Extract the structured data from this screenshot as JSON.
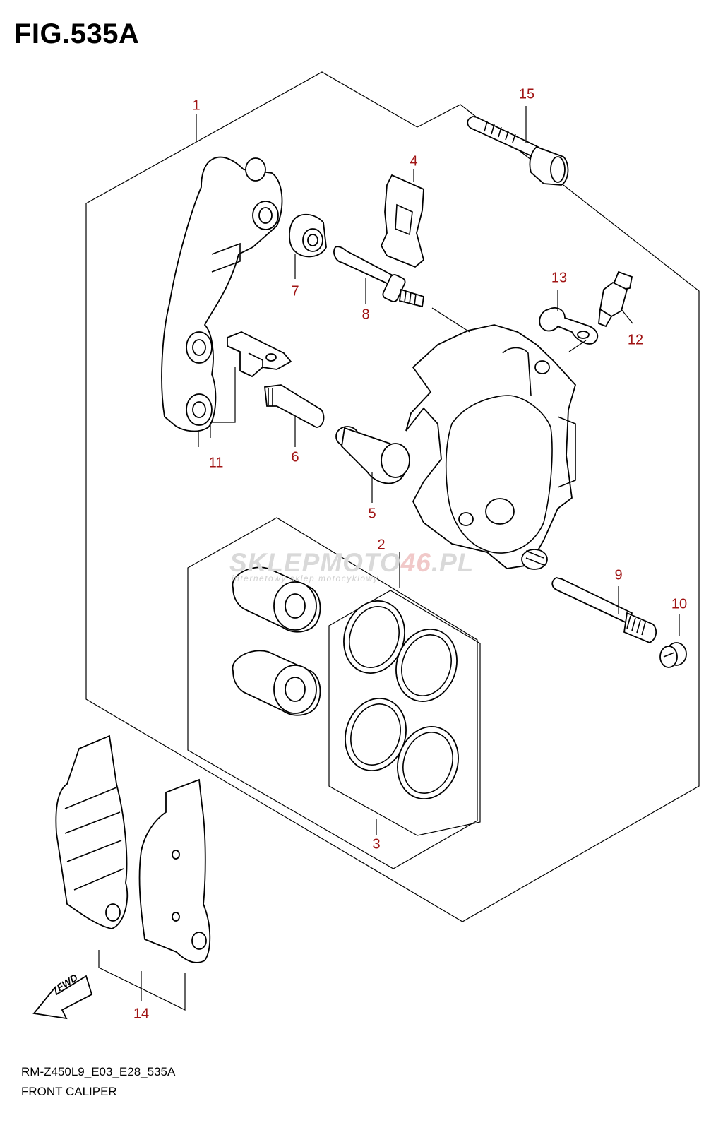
{
  "figure": {
    "title": "FIG.535A"
  },
  "labels": {
    "p1": "1",
    "p2": "2",
    "p3": "3",
    "p4": "4",
    "p5": "5",
    "p6": "6",
    "p7": "7",
    "p8": "8",
    "p9": "9",
    "p10": "10",
    "p11": "11",
    "p12": "12",
    "p13": "13",
    "p14": "14",
    "p15": "15"
  },
  "fwd_arrow": "FWD",
  "watermark": {
    "main_a": "SKLEP",
    "main_b": "MOTO",
    "main_c": "46",
    "main_d": ".PL",
    "sub": "internetowy sklep motocyklowy"
  },
  "footer": {
    "code": "RM-Z450L9_E03_E28_535A",
    "caption": "FRONT CALIPER"
  },
  "colors": {
    "label": "#a01414",
    "line": "#000000"
  }
}
